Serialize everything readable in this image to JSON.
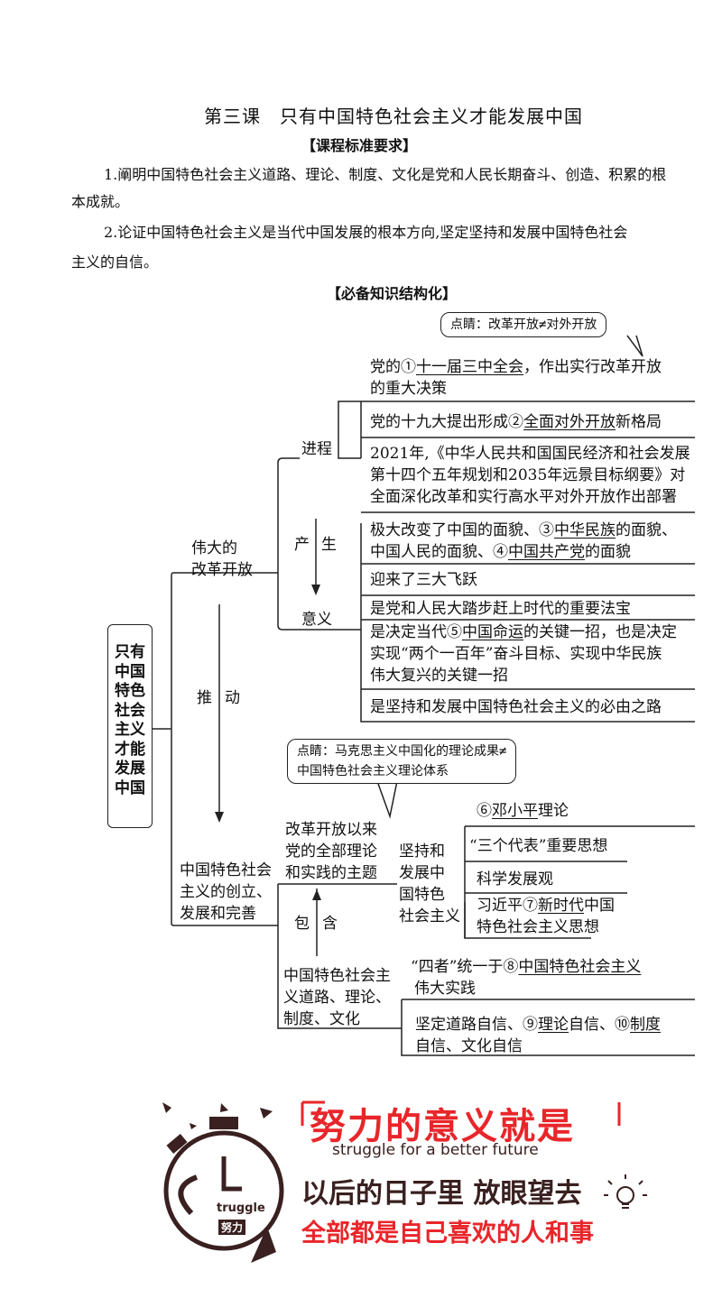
{
  "lesson_title": "第三课　只有中国特色社会主义才能发展中国",
  "standard_header": "【课程标准要求】",
  "req1_line1": "1.阐明中国特色社会主义道路、理论、制度、文化是党和人民长期奋斗、创造、积累的根",
  "req1_line2": "本成就。",
  "req2_line1": "2.论证中国特色社会主义是当代中国发展的根本方向,坚定坚持和发展中国特色社会",
  "req2_line2": "主义的自信。",
  "structure_header": "【必备知识结构化】",
  "root": "只有中国特色社会主义才能发展中国",
  "note1": "点睛：改革开放≠对外开放",
  "note2_line1": "点睛：马克思主义中国化的理论成果≠",
  "note2_line2": "中国特色社会主义理论体系",
  "reform": {
    "label_l1": "伟大的",
    "label_l2": "改革开放",
    "progress": "进程",
    "produce_1": "产",
    "produce_2": "生",
    "meaning": "意义",
    "p1_pre": "党的①",
    "p1_key": "十一届三中全会",
    "p1_post": "，作出实行改革开放",
    "p1_line2": "的重大决策",
    "p2_pre": "党的十九大提出形成②",
    "p2_key": "全面对外开放",
    "p2_post": "新格局",
    "p3_l1": "2021年,《中华人民共和国国民经济和社会发展",
    "p3_l2": "第十四个五年规划和2035年远景目标纲要》对",
    "p3_l3": "全面深化改革和实行高水平对外开放作出部署",
    "m1_l1_a": "极大改变了中国的面貌、③",
    "m1_l1_key": "中华民族",
    "m1_l1_b": "的面貌、",
    "m1_l2_a": "中国人民的面貌、④",
    "m1_l2_key": "中国共产党",
    "m1_l2_b": "的面貌",
    "m2": "迎来了三大飞跃",
    "m3": "是党和人民大踏步赶上时代的重要法宝",
    "m4_l1_a": "是决定当代⑤",
    "m4_l1_key": "中国命运",
    "m4_l1_b": "的关键一招，也是决定",
    "m4_l2": "实现“两个一百年”奋斗目标、实现中华民族",
    "m4_l3": "伟大复兴的关键一招",
    "m5": "是坚持和发展中国特色社会主义的必由之路"
  },
  "push_1": "推",
  "push_2": "动",
  "socialism": {
    "label_l1": "中国特色社会",
    "label_l2": "主义的创立、",
    "label_l3": "发展和完善",
    "theme_l1": "改革开放以来",
    "theme_l2": "党的全部理论",
    "theme_l3": "和实践的主题",
    "contain_1": "包",
    "contain_2": "含",
    "adhere_l1": "坚持和",
    "adhere_l2": "发展中",
    "adhere_l3": "国特色",
    "adhere_l4": "社会主义",
    "t1_pre": "⑥",
    "t1_key": "邓小平",
    "t1_post": "理论",
    "t2": "“三个代表”重要思想",
    "t3": "科学发展观",
    "t4_l1_a": "习近平⑦",
    "t4_l1_key": "新时代",
    "t4_l1_b": "中国",
    "t4_l2": "特色社会主义思想",
    "road_l1": "中国特色社会主",
    "road_l2": "义道路、理论、",
    "road_l3": "制度、文化",
    "r1_l1_a": "“四者”统一于⑧",
    "r1_l1_key": "中国特色社会主义",
    "r1_l2": "伟大实践",
    "r2_l1_a": "坚定道路自信、⑨",
    "r2_l1_key1": "理论",
    "r2_l1_b": "自信、⑩",
    "r2_l1_key2": "制度",
    "r2_l2": "自信、文化自信"
  },
  "motto": {
    "title": "努力的意义就是",
    "subtitle": "struggle for a better future",
    "line1": "以后的日子里 放眼望去",
    "line2": "全部都是自己喜欢的人和事",
    "clock_word": "truggle",
    "clock_tag": "努力"
  },
  "colors": {
    "ink": "#111111",
    "motto_red": "#e8262a",
    "motto_dark": "#3a2020"
  }
}
